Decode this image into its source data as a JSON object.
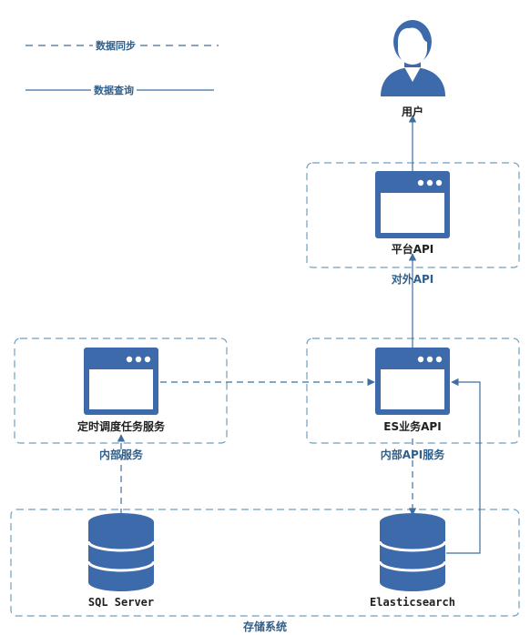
{
  "colors": {
    "icon": "#3d6aaa",
    "line": "#3f6f9f",
    "group_border": "#6f9fc0",
    "text": "#1f1f1f",
    "group_text": "#2f5f8a"
  },
  "legend": {
    "sync_label": "数据同步",
    "query_label": "数据查询"
  },
  "nodes": {
    "user": {
      "label": "用户",
      "icon": "user-icon"
    },
    "platform_api": {
      "label": "平台API",
      "icon": "app-window-icon"
    },
    "scheduler": {
      "label": "定时调度任务服务",
      "icon": "app-window-icon"
    },
    "es_api": {
      "label": "ES业务API",
      "icon": "app-window-icon"
    },
    "sql_server": {
      "label": "SQL Server",
      "icon": "database-icon"
    },
    "elasticsearch": {
      "label": "Elasticsearch",
      "icon": "database-icon"
    }
  },
  "groups": {
    "external_api": {
      "label": "对外API"
    },
    "internal_service": {
      "label": "内部服务"
    },
    "internal_api_service": {
      "label": "内部API服务"
    },
    "storage": {
      "label": "存储系统"
    }
  }
}
